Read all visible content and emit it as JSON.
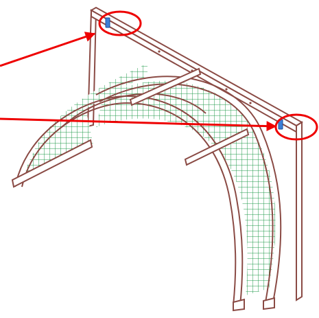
{
  "colors": {
    "background": "#ffffff",
    "frame": "#8a4a44",
    "frame_fill": "#ffffff",
    "mesh": "#1f9a4a",
    "callout": "#ee0000",
    "sensor": "#3d7fd6"
  },
  "elements": {
    "frame": {
      "icon": "wooden-frame",
      "parts": [
        "left-post",
        "top-beam",
        "right-post",
        "base-beam"
      ]
    },
    "arch": {
      "icon": "green-mesh-arch",
      "ribs": 3,
      "cross_beams": 2
    },
    "sensors": [
      {
        "name": "left-sensor",
        "icon": "blue-sensor-icon"
      },
      {
        "name": "right-sensor",
        "icon": "blue-sensor-icon"
      }
    ],
    "callouts": [
      {
        "name": "callout-left-sensor",
        "shape": "ellipse",
        "target": "left-sensor"
      },
      {
        "name": "callout-right-sensor",
        "shape": "ellipse",
        "target": "right-sensor"
      }
    ],
    "arrows": [
      {
        "name": "arrow-to-left-post",
        "target": "left-post"
      },
      {
        "name": "arrow-to-right-sensor",
        "target": "right-sensor"
      }
    ]
  }
}
